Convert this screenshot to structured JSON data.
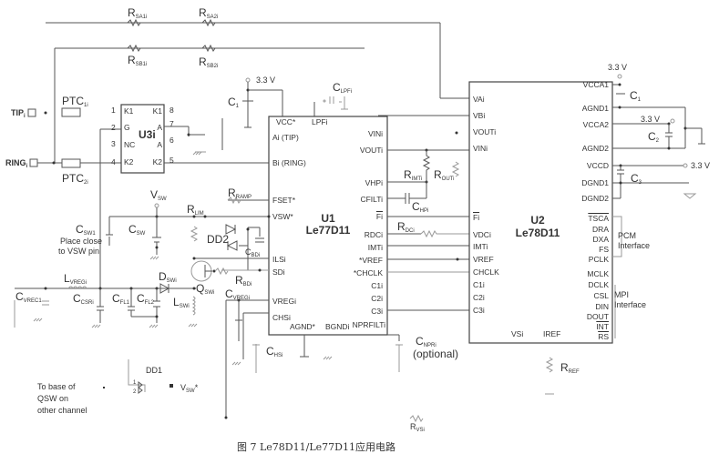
{
  "caption": "图 7 Le78D11/Le77D11应用电路",
  "supply_label": "3.3 V",
  "resistors": {
    "rsa1": {
      "main": "R",
      "sub": "SA1i"
    },
    "rsa2": {
      "main": "R",
      "sub": "SA2i"
    },
    "rsb1": {
      "main": "R",
      "sub": "SB1i"
    },
    "rsb2": {
      "main": "R",
      "sub": "SB2i"
    },
    "rramp": {
      "main": "R",
      "sub": "RAMP"
    },
    "rlim": {
      "main": "R",
      "sub": "LIM"
    },
    "rbd": {
      "main": "R",
      "sub": "BDi"
    },
    "rimt": {
      "main": "R",
      "sub": "IMTi"
    },
    "rout": {
      "main": "R",
      "sub": "OUTi"
    },
    "rdc": {
      "main": "R",
      "sub": "DCi"
    },
    "rref": {
      "main": "R",
      "sub": "REF"
    },
    "rvs": {
      "main": "R",
      "sub": "VSi"
    }
  },
  "capacitors": {
    "c1_left": {
      "main": "C",
      "sub": "1"
    },
    "clpf": {
      "main": "C",
      "sub": "LPFi"
    },
    "chp": {
      "main": "C",
      "sub": "HPi"
    },
    "csw1": {
      "main": "C",
      "sub": "SW1"
    },
    "csw1_note": [
      "Place close",
      "to VSW pin"
    ],
    "csw": {
      "main": "C",
      "sub": "SW"
    },
    "cbd": {
      "main": "C",
      "sub": "BDi"
    },
    "cvrec1": {
      "main": "C",
      "sub": "VREC1"
    },
    "ccsr": {
      "main": "C",
      "sub": "CSRi"
    },
    "cfl1": {
      "main": "C",
      "sub": "FL1"
    },
    "cfl2": {
      "main": "C",
      "sub": "FL2"
    },
    "cvreg": {
      "main": "C",
      "sub": "VREGi"
    },
    "chs": {
      "main": "C",
      "sub": "HSi"
    },
    "cnpr": {
      "main": "C",
      "sub": "NPRi"
    },
    "cnpr_note": "(optional)",
    "c1_right": {
      "main": "C",
      "sub": "1"
    },
    "c2": {
      "main": "C",
      "sub": "2"
    },
    "c3": {
      "main": "C",
      "sub": "3"
    }
  },
  "other_parts": {
    "ptc1": {
      "main": "PTC",
      "sub": "1i"
    },
    "ptc2": {
      "main": "PTC",
      "sub": "2i"
    },
    "tip": {
      "main": "TIP",
      "sub": "i"
    },
    "ring": {
      "main": "RING",
      "sub": "i"
    },
    "vsw": {
      "main": "V",
      "sub": "SW"
    },
    "dd2": "DD2",
    "dd1": "DD1",
    "dsw": {
      "main": "D",
      "sub": "SWi"
    },
    "qsw": {
      "main": "Q",
      "sub": "SWi"
    },
    "lvreg": {
      "main": "L",
      "sub": "VREGi"
    },
    "lsw": {
      "main": "L",
      "sub": "SWi"
    },
    "vsw_star": {
      "main": "V",
      "sub": "SW",
      "suffix": "*"
    },
    "dd1_pin1": "1",
    "dd1_pin2": "2",
    "qsw_note": [
      "To base of",
      "QSW on",
      "other channel"
    ]
  },
  "u3": {
    "name": "U3i",
    "pins_left": [
      {
        "num": "1",
        "label": "K1"
      },
      {
        "num": "2",
        "label": "G"
      },
      {
        "num": "3",
        "label": "NC"
      },
      {
        "num": "4",
        "label": "K2"
      }
    ],
    "pins_right": [
      {
        "num": "8",
        "label": "K1"
      },
      {
        "num": "7",
        "label": "A"
      },
      {
        "num": "6",
        "label": "A"
      },
      {
        "num": "5",
        "label": "K2"
      }
    ]
  },
  "u1": {
    "ref": "U1",
    "part": "Le77D11",
    "top_pins": [
      "VCC*",
      "LPFi"
    ],
    "left_pins": [
      "Ai (TIP)",
      "Bi (RING)",
      "FSET*",
      "VSW*",
      "ILSi",
      "SDi",
      "VREGi",
      "CHSi"
    ],
    "bottom_pins": [
      "AGND*",
      "BGNDi"
    ],
    "right_pins": [
      "VINi",
      "VOUTi",
      "VHPi",
      "CFILTi",
      "Fi",
      "RDCi",
      "IMTi",
      "*VREF",
      "*CHCLK",
      "C1i",
      "C2i",
      "C3i",
      "NPRFILTi"
    ]
  },
  "u2": {
    "ref": "U2",
    "part": "Le78D11",
    "left_pins": [
      "VAi",
      "VBi",
      "VOUTi",
      "VINi",
      "Fi",
      "VDCi",
      "IMTi",
      "VREF",
      "CHCLK",
      "C1i",
      "C2i",
      "C3i"
    ],
    "right_pins": [
      "VCCA1",
      "AGND1",
      "VCCA2",
      "AGND2",
      "VCCD",
      "DGND1",
      "DGND2",
      "TSCA",
      "DRA",
      "DXA",
      "FS",
      "PCLK",
      "MCLK",
      "DCLK",
      "CSL",
      "DIN",
      "DOUT",
      "INT",
      "RS"
    ],
    "bottom_pins": [
      "VSi",
      "IREF"
    ]
  },
  "interfaces": {
    "pcm": [
      "PCM",
      "Interface"
    ],
    "mpi": [
      "MPI",
      "Interface"
    ]
  }
}
